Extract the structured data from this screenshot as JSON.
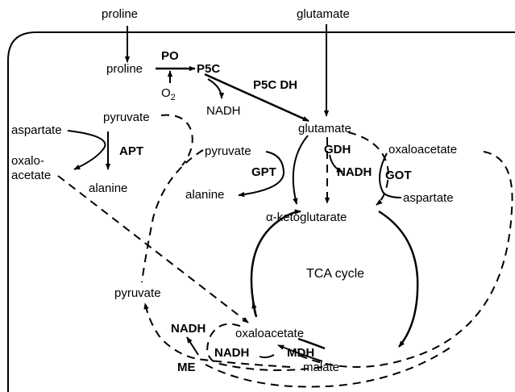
{
  "metabolites": {
    "proline_ext": "proline",
    "glutamate_ext": "glutamate",
    "proline": "proline",
    "p5c": "P5C",
    "o2": "O",
    "o2_sub": "2",
    "nadh_p5c": "NADH",
    "glutamate": "glutamate",
    "pyruvate_top": "pyruvate",
    "aspartate_left": "aspartate",
    "oxalo_line1": "oxalo-",
    "oxalo_line2": "acetate",
    "alanine_left": "alanine",
    "pyruvate_mid": "pyruvate",
    "alanine_mid": "alanine",
    "nadh_gdh": "NADH",
    "oxaloacetate_right": "oxaloacetate",
    "aspartate_right": "aspartate",
    "akg": "α-ketoglutarate",
    "pyruvate_low": "pyruvate",
    "nadh_me": "NADH",
    "oxaloacetate_cycle": "oxaloacetate",
    "nadh_mdh": "NADH",
    "malate": "malate"
  },
  "enzymes": {
    "po": "PO",
    "p5cdh": "P5C DH",
    "apt": "APT",
    "gdh": "GDH",
    "gpt": "GPT",
    "got": "GOT",
    "mdh": "MDH",
    "me": "ME"
  },
  "cycle_label": "TCA cycle"
}
